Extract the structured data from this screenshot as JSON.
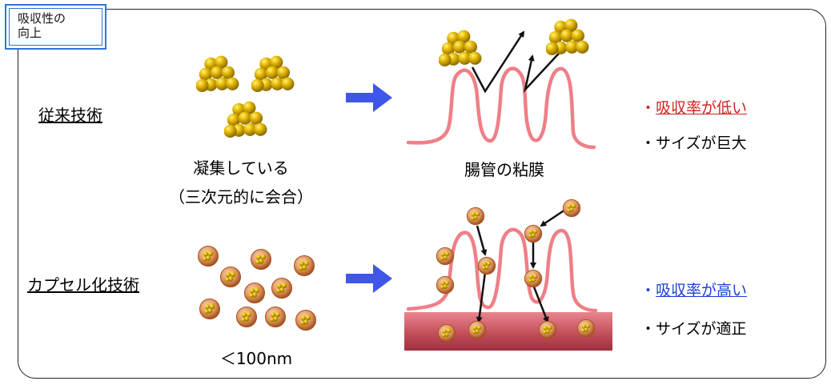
{
  "title_box": {
    "line1": "吸収性の",
    "line2": "向上"
  },
  "conventional": {
    "label": "従来技術",
    "caption1": "凝集している",
    "caption2": "（三次元的に会合）",
    "intestine_caption": "腸管の粘膜",
    "results": [
      {
        "text": "吸収率が低い",
        "color": "#d11f1f"
      },
      {
        "text": "サイズが巨大",
        "color": "#000000"
      }
    ]
  },
  "capsule": {
    "label": "カプセル化技術",
    "size_caption": "＜100nm",
    "results": [
      {
        "text": "吸収率が高い",
        "color": "#1a3fd6"
      },
      {
        "text": "サイズが適正",
        "color": "#000000"
      }
    ]
  },
  "colors": {
    "frame": "#222222",
    "title_border": "#2e74d6",
    "arrow": "#3f56e8",
    "villi": "#ef7f86",
    "mucosa": "#b8424f",
    "cluster": "#d4a800",
    "capsule": "#c76a32"
  }
}
